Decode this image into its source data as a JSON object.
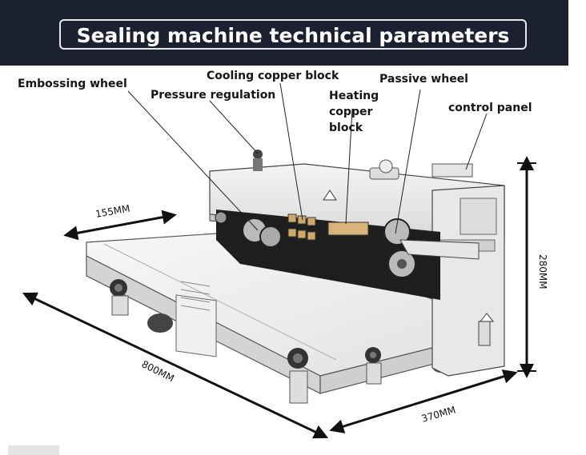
{
  "title": "Sealing machine technical parameters",
  "callouts": {
    "embossing_wheel": "Embossing wheel",
    "pressure_regulation": "Pressure regulation",
    "cooling_copper_block": "Cooling copper block",
    "heating_copper_block": [
      "Heating",
      "copper",
      "block"
    ],
    "passive_wheel": "Passive wheel",
    "control_panel": "control panel"
  },
  "dimensions": {
    "width_top": "155MM",
    "height": "280MM",
    "length": "800MM",
    "depth": "370MM"
  },
  "colors": {
    "banner_bg": "#1b2130",
    "banner_text": "#ffffff",
    "ink": "#111111"
  }
}
